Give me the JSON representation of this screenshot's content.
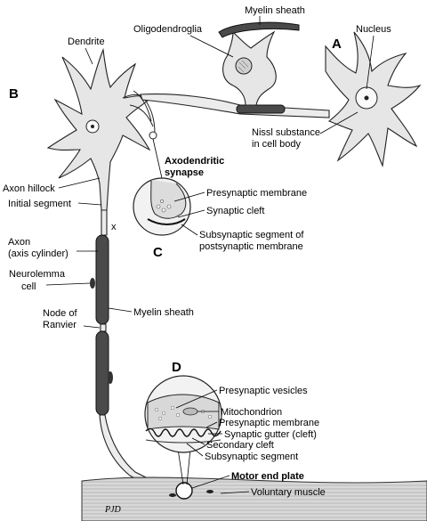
{
  "labels": {
    "myelin_sheath_top": "Myelin sheath",
    "oligodendroglia": "Oligodendroglia",
    "nucleus": "Nucleus",
    "dendrite": "Dendrite",
    "letter_a": "A",
    "letter_b": "B",
    "letter_c": "C",
    "letter_d": "D",
    "nissl_1": "Nissl substance",
    "nissl_2": "in cell body",
    "axodendritic_1": "Axodendritic",
    "axodendritic_2": "synapse",
    "axon_hillock": "Axon hillock",
    "initial_segment": "Initial segment",
    "presynaptic_membrane_c": "Presynaptic membrane",
    "synaptic_cleft": "Synaptic cleft",
    "x_mark": "x",
    "subsynaptic_1": "Subsynaptic segment of",
    "subsynaptic_2": "postsynaptic membrane",
    "axon_1": "Axon",
    "axon_2": "(axis cylinder)",
    "neurolemma_1": "Neurolemma",
    "neurolemma_2": "cell",
    "node_1": "Node of",
    "node_2": "Ranvier",
    "myelin_sheath_mid": "Myelin sheath",
    "presynaptic_vesicles": "Presynaptic vesicles",
    "mitochondrion": "Mitochondrion",
    "presynaptic_membrane_d": "Presynaptic membrane",
    "synaptic_gutter": "Synaptic gutter (cleft)",
    "secondary_cleft": "Secondary cleft",
    "subsynaptic_segment": "Subsynaptic segment",
    "motor_end_plate": "Motor end plate",
    "voluntary_muscle": "Voluntary muscle",
    "signature": "PJD"
  }
}
